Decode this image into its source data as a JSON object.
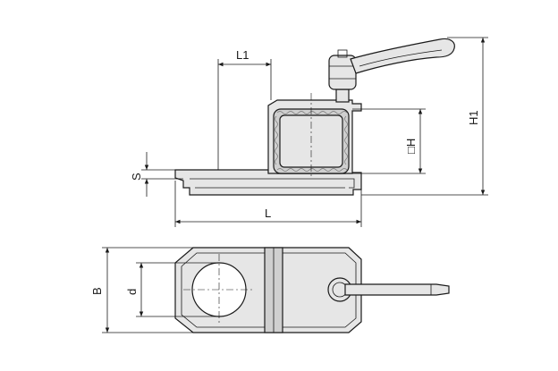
{
  "dimensions": {
    "L1": "L1",
    "L": "L",
    "H1": "H1",
    "H": "□H",
    "S": "S",
    "B": "B",
    "d": "d"
  },
  "colors": {
    "line": "#1a1a1a",
    "fill": "#e6e6e6",
    "hatch": "#777777"
  }
}
